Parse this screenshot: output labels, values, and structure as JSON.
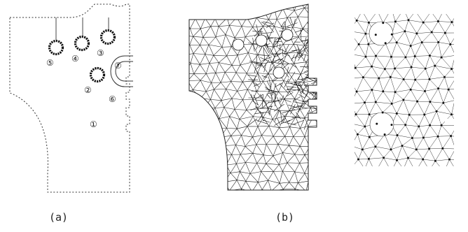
{
  "figure": {
    "panel_a": {
      "caption": "(a)",
      "region_labels": [
        "①",
        "②",
        "③",
        "④",
        "⑤",
        "⑥",
        "⑦"
      ]
    },
    "panel_b": {
      "caption": "(b)"
    }
  }
}
